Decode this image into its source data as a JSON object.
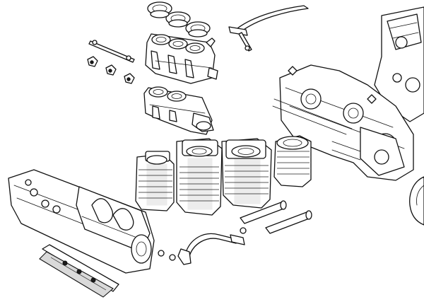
{
  "diagram": {
    "kind": "exploded-view-line-drawing",
    "colors": {
      "line": "#111111",
      "background": "#ffffff",
      "shade": "#d9d9d9"
    },
    "parts": [
      "carburetor-diaphragm-covers",
      "carburetor-body-upper",
      "carburetor-linkage-rod",
      "carburetor-body-lower",
      "fuel-line-top",
      "crankcase",
      "camshaft-housing",
      "cam-cover-gasket",
      "cylinder-1",
      "cylinder-2",
      "cylinder-3",
      "cylinder-4",
      "pushrod-tubes",
      "oil-line",
      "flywheel-edge"
    ]
  }
}
